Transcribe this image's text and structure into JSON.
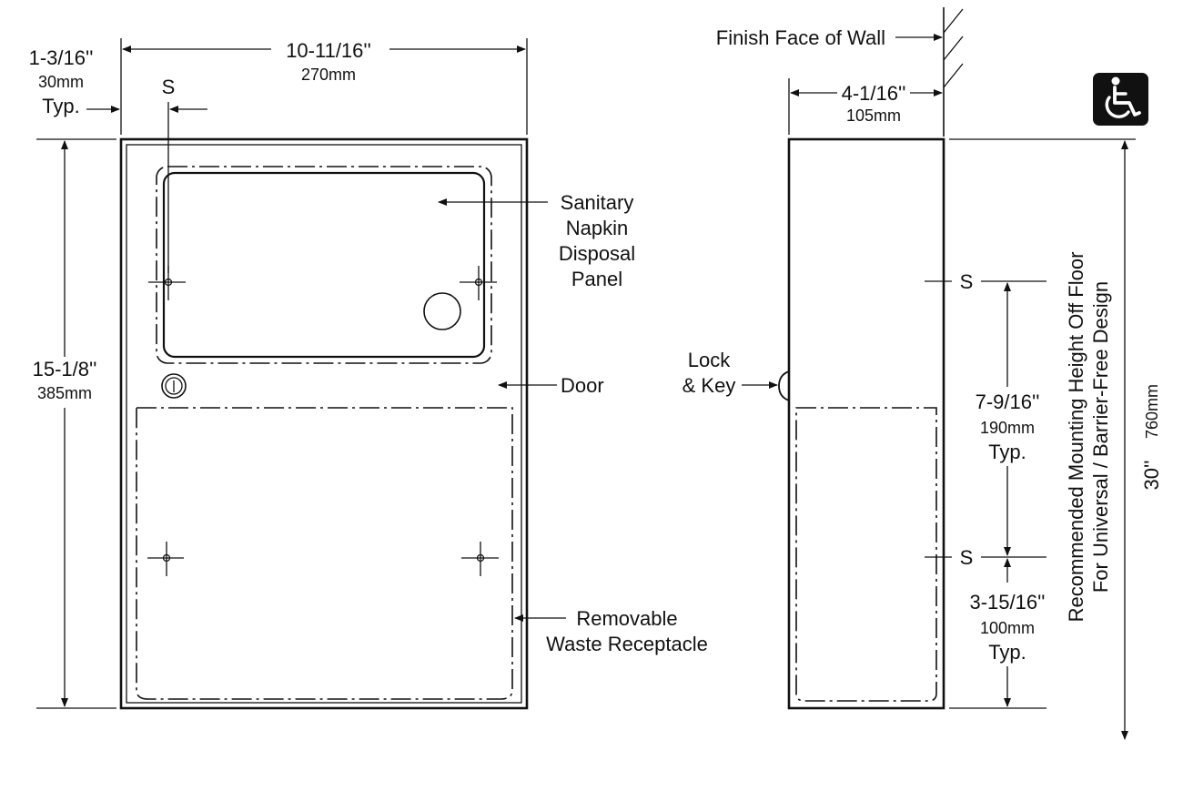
{
  "front_view": {
    "width_dim": "10-11/16''",
    "width_mm": "270mm",
    "offset_dim": "1-3/16''",
    "offset_mm": "30mm",
    "offset_typ": "Typ.",
    "s_label": "S",
    "height_dim": "15-1/8''",
    "height_mm": "385mm",
    "callouts": {
      "panel_line1": "Sanitary",
      "panel_line2": "Napkin",
      "panel_line3": "Disposal",
      "panel_line4": "Panel",
      "door": "Door",
      "receptacle_line1": "Removable",
      "receptacle_line2": "Waste Receptacle"
    }
  },
  "side_view": {
    "wall_label": "Finish Face of Wall",
    "depth_dim": "4-1/16''",
    "depth_mm": "105mm",
    "lock_line1": "Lock",
    "lock_line2": "& Key",
    "s_upper": "S",
    "s_lower": "S",
    "spacing_dim": "7-9/16''",
    "spacing_mm": "190mm",
    "spacing_typ": "Typ.",
    "bottom_dim": "3-15/16''",
    "bottom_mm": "100mm",
    "bottom_typ": "Typ.",
    "mount_line1": "Recommended Mounting Height Off Floor",
    "mount_line2": "For Universal / Barrier-Free Design",
    "mount_in": "30''",
    "mount_mm": "760mm"
  },
  "icons": {
    "accessibility": "wheelchair-accessibility-icon"
  }
}
